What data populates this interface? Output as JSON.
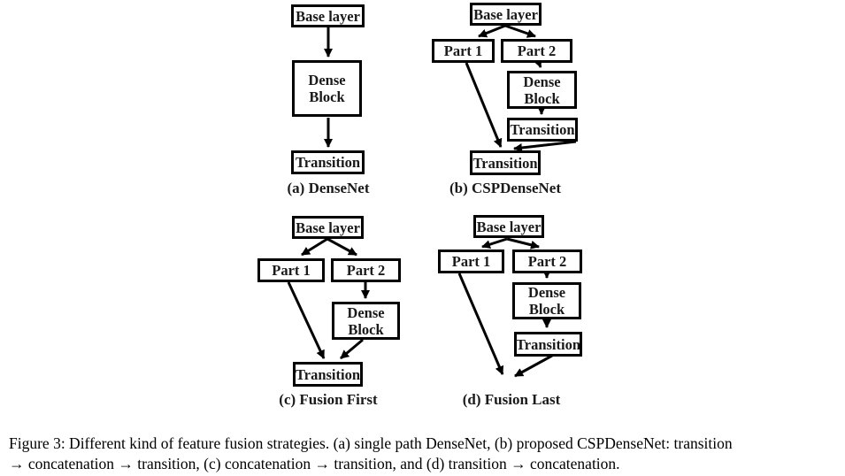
{
  "figure": {
    "diagrams": {
      "a": {
        "label": "(a) DenseNet",
        "nodes": {
          "base_layer": "Base layer",
          "dense_block": "Dense\nBlock",
          "transition": "Transition"
        }
      },
      "b": {
        "label": "(b) CSPDenseNet",
        "nodes": {
          "base_layer": "Base layer",
          "part1": "Part 1",
          "part2": "Part 2",
          "dense_block": "Dense\nBlock",
          "transition1": "Transition",
          "transition2": "Transition"
        }
      },
      "c": {
        "label": "(c) Fusion First",
        "nodes": {
          "base_layer": "Base layer",
          "part1": "Part 1",
          "part2": "Part 2",
          "dense_block": "Dense\nBlock",
          "transition": "Transition"
        }
      },
      "d": {
        "label": "(d) Fusion Last",
        "nodes": {
          "base_layer": "Base layer",
          "part1": "Part 1",
          "part2": "Part 2",
          "dense_block": "Dense\nBlock",
          "transition": "Transition"
        }
      }
    },
    "caption": {
      "line1": "Figure 3: Different kind of feature fusion strategies. (a) single path DenseNet, (b) proposed CSPDenseNet: transition",
      "line2": "→ concatenation → transition, (c) concatenation → transition, and (d) transition → concatenation."
    },
    "colors": {
      "stroke": "#000000",
      "text": "#1a1a1a",
      "background": "#ffffff"
    }
  }
}
